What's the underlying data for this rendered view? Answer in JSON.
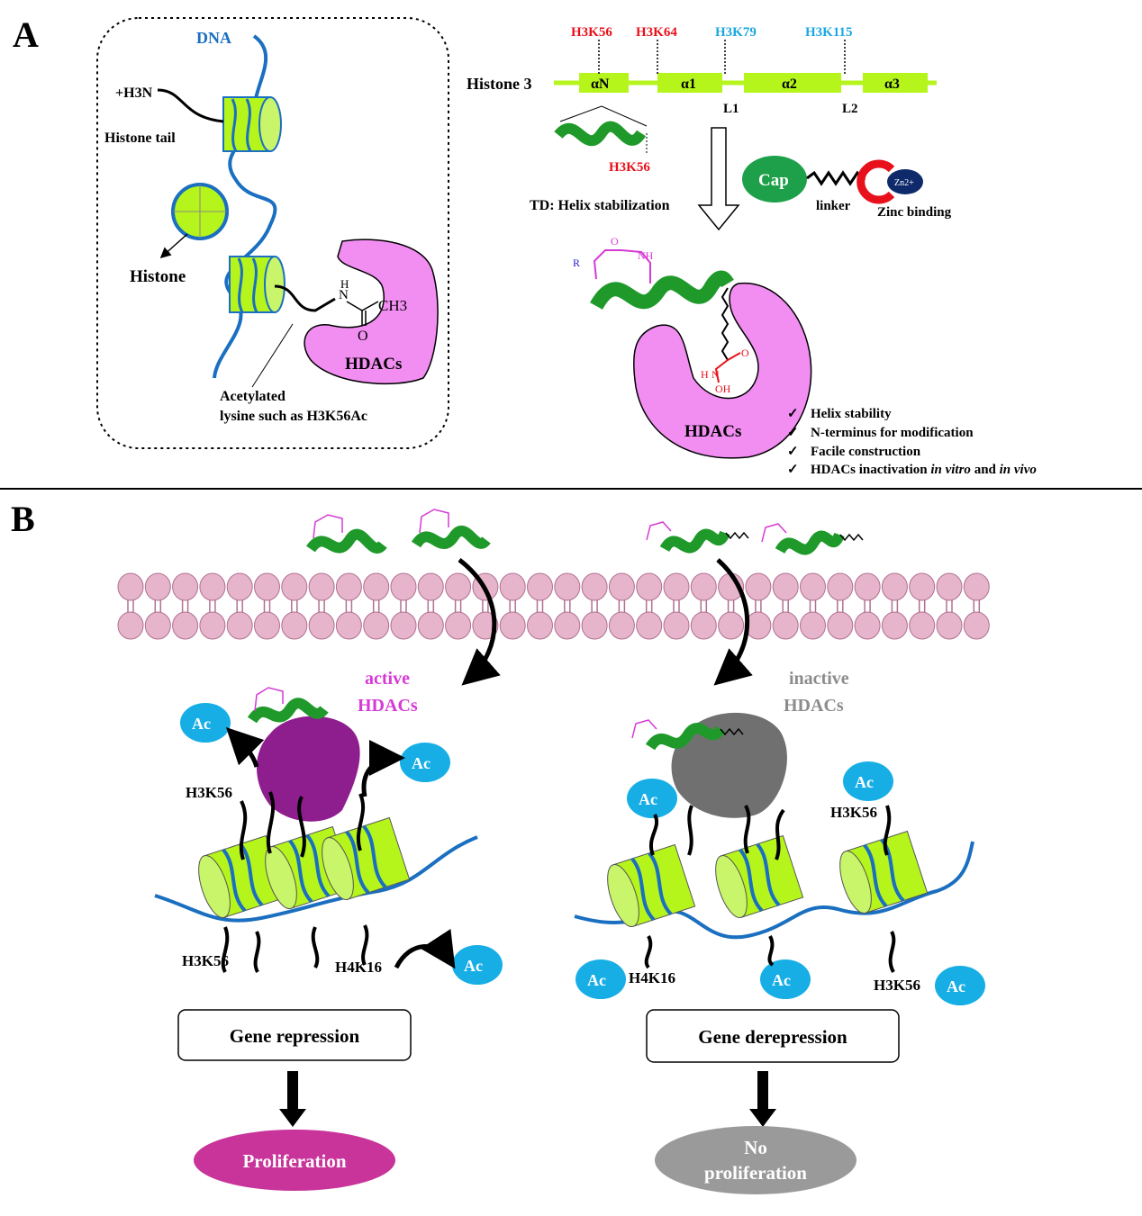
{
  "panelA": {
    "label": "A",
    "dna": "DNA",
    "n_terminus": "+H3N",
    "histone_tail": "Histone tail",
    "histone": "Histone",
    "acetyl_N": "N",
    "acetyl_H": "H",
    "acetyl_O": "O",
    "acetyl_CH3": "CH3",
    "hdacs": "HDACs",
    "acetylated_line1": "Acetylated",
    "acetylated_line2": "lysine such as H3K56Ac",
    "histone3": "Histone 3",
    "sites": [
      {
        "label": "H3K56",
        "color": "#e8111b"
      },
      {
        "label": "H3K64",
        "color": "#e8111b"
      },
      {
        "label": "H3K79",
        "color": "#1aa7e0"
      },
      {
        "label": "H3K115",
        "color": "#1aa7e0"
      }
    ],
    "segments": [
      "αN",
      "α1",
      "α2",
      "α3"
    ],
    "loops": [
      "L1",
      "L2"
    ],
    "helix_site": "H3K56",
    "td_label": "TD: Helix stabilization",
    "cap": "Cap",
    "linker": "linker",
    "zn": "Zn2+",
    "zinc_binding": "Zinc binding",
    "chem_O": "O",
    "chem_NH": "NH",
    "chem_R": "R",
    "chem_N": "N",
    "chem_H": "H",
    "chem_OH": "OH",
    "hdacs2": "HDACs",
    "benefits": [
      "Helix stability",
      "N-terminus for modification",
      "Facile construction"
    ],
    "benefit4_prefix": "HDACs inactivation",
    "benefit4_italic1": "in vitro",
    "benefit4_and": "and",
    "benefit4_italic2": "in vivo"
  },
  "panelB": {
    "label": "B",
    "active_line1": "active",
    "active_line2": "HDACs",
    "inactive_line1": "inactive",
    "inactive_line2": "HDACs",
    "ac": "Ac",
    "h3k56": "H3K56",
    "h4k16": "H4K16",
    "gene_repression": "Gene repression",
    "gene_derepression": "Gene derepression",
    "proliferation": "Proliferation",
    "no_prolif_line1": "No",
    "no_prolif_line2": "proliferation"
  },
  "colors": {
    "red": "#e8111b",
    "blue": "#1aa7e0",
    "lime": "#b5f51c",
    "dna": "#1a6fc0",
    "pink": "#f28ef2",
    "magenta": "#d63ad6",
    "green": "#1f9a2a",
    "membrane": "#e6b5cc",
    "acblue": "#17aee6",
    "grey": "#8c8c8c",
    "prolif": "#c8349a",
    "purple": "#8e1d8e"
  }
}
